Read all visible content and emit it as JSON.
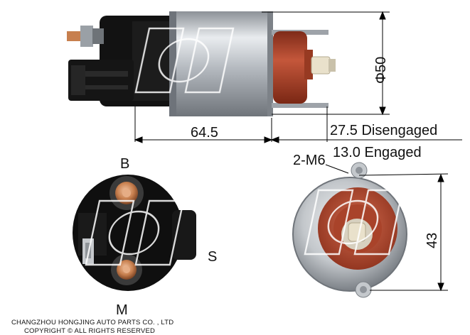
{
  "dimensions": {
    "diameter": "Φ50",
    "body_length": "64.5",
    "disengaged": "27.5 Disengaged",
    "engaged": "13.0 Engaged",
    "thread": "2-M6",
    "height": "43"
  },
  "terminals": {
    "b": "B",
    "s": "S",
    "m": "M"
  },
  "footer": {
    "company": "CHANGZHOU HONGJING AUTO PARTS CO. , LTD",
    "copyright": "COPYRIGHT © ALL RIGHTS RESERVED"
  },
  "colors": {
    "housing_black": "#111111",
    "steel": "#b9bec4",
    "cap_red": "#b4482f",
    "copper": "#c77f4e",
    "ivory": "#e9e1cb"
  },
  "icons": {
    "watermark": "hongjing-logo-watermark"
  }
}
